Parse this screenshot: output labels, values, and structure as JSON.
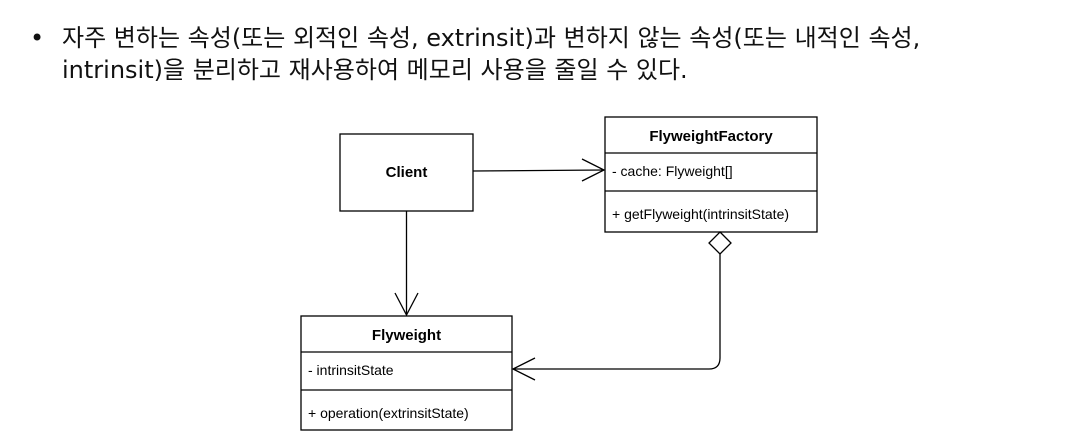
{
  "bullet": {
    "line1": "자주 변하는 속성(또는 외적인 속성, extrinsit)과 변하지 않는 속성(또는 내적인 속성,",
    "line2": "intrinsit)을 분리하고 재사용하여 메모리 사용을 줄일 수 있다."
  },
  "diagram": {
    "client": {
      "name": "Client"
    },
    "factory": {
      "name": "FlyweightFactory",
      "attribute": "- cache: Flyweight[]",
      "operation": "+ getFlyweight(intrinsitState)"
    },
    "flyweight": {
      "name": "Flyweight",
      "attribute": "- intrinsitState",
      "operation": "+ operation(extrinsitState)"
    }
  }
}
